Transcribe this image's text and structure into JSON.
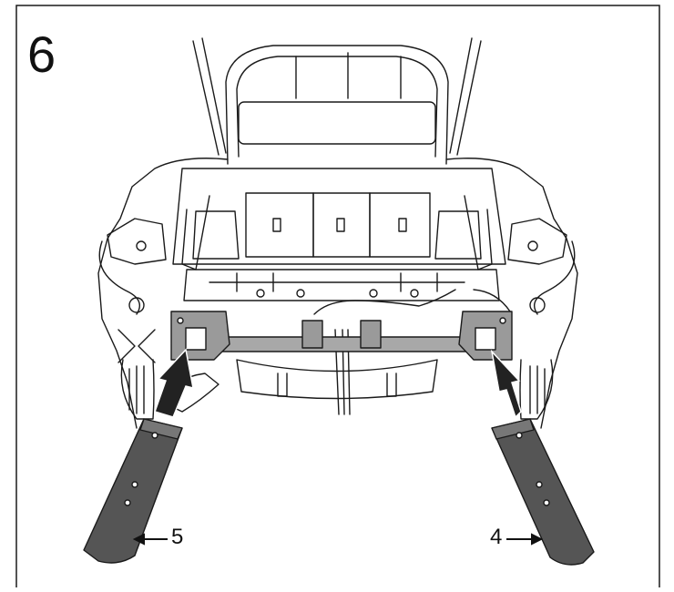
{
  "step": {
    "number": "6"
  },
  "callouts": [
    {
      "label": "5"
    },
    {
      "label": "4"
    }
  ],
  "colors": {
    "line": "#1a1a1a",
    "bracket": "#9a9a9a",
    "rail": "#555555",
    "arrow": "#222222",
    "background": "#ffffff"
  }
}
